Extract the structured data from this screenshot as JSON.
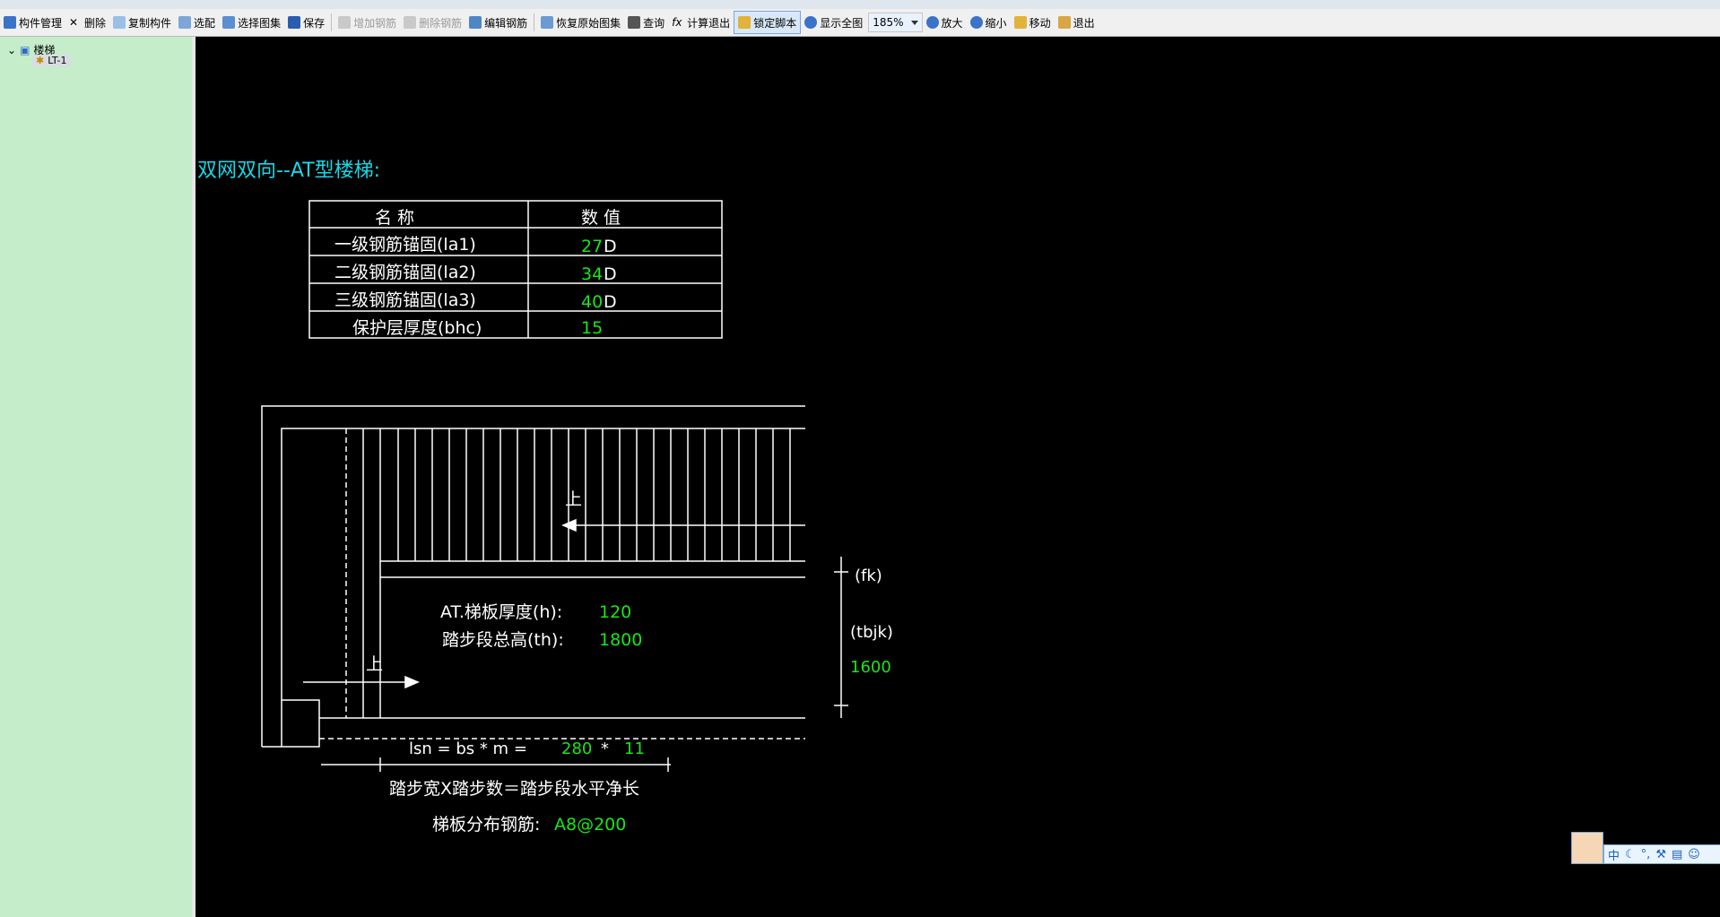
{
  "toolbar": {
    "items": [
      {
        "id": "component-manage",
        "label": "构件管理",
        "state": "normal"
      },
      {
        "id": "delete",
        "label": "删除",
        "state": "normal"
      },
      {
        "id": "copy",
        "label": "复制构件",
        "state": "normal"
      },
      {
        "id": "select",
        "label": "选配",
        "state": "normal"
      },
      {
        "id": "choose-atlas",
        "label": "选择图集",
        "state": "normal"
      },
      {
        "id": "save",
        "label": "保存",
        "state": "normal"
      },
      {
        "id": "add-rebar",
        "label": "增加钢筋",
        "state": "disabled"
      },
      {
        "id": "remove-rebar",
        "label": "删除钢筋",
        "state": "disabled"
      },
      {
        "id": "edit-rebar",
        "label": "编辑钢筋",
        "state": "normal"
      },
      {
        "id": "restore-atlas",
        "label": "恢复原始图集",
        "state": "normal"
      },
      {
        "id": "query",
        "label": "查询",
        "state": "normal"
      },
      {
        "id": "calc-exit",
        "label": "计算退出",
        "state": "normal"
      },
      {
        "id": "lock-script",
        "label": "锁定脚本",
        "state": "active"
      },
      {
        "id": "show-all",
        "label": "显示全图",
        "state": "normal"
      }
    ],
    "zoom": "185%",
    "tail": [
      {
        "id": "zoom-in",
        "label": "放大"
      },
      {
        "id": "zoom-out",
        "label": "缩小"
      },
      {
        "id": "move",
        "label": "移动"
      },
      {
        "id": "exit",
        "label": "退出"
      }
    ]
  },
  "tree": {
    "root_label": "楼梯",
    "child_label": "LT-1"
  },
  "canvas": {
    "title": "双网双向--AT型楼梯:",
    "table": {
      "headers": [
        "名 称",
        "数 值"
      ],
      "rows": [
        {
          "name": "一级钢筋锚固(la1)",
          "value": "27",
          "unit": "D"
        },
        {
          "name": "二级钢筋锚固(la2)",
          "value": "34",
          "unit": "D"
        },
        {
          "name": "三级钢筋锚固(la3)",
          "value": "40",
          "unit": "D"
        },
        {
          "name": "保护层厚度(bhc)",
          "value": "15",
          "unit": ""
        }
      ]
    },
    "plan": {
      "up1": "上",
      "up2": "上",
      "thickness_label": "AT.梯板厚度(h):",
      "thickness_value": "120",
      "height_label": "踏步段总高(th):",
      "height_value": "1800",
      "fk": "(fk)",
      "tbjk": "(tbjk)",
      "tbjk_value": "1600",
      "lsn_formula": "lsn = bs * m =",
      "lsn_bs": "280",
      "lsn_star": "*",
      "lsn_m": "11",
      "step_rule": "踏步宽X踏步数＝踏步段水平净长",
      "dist_label": "梯板分布钢筋:",
      "dist_value": "A8@200"
    }
  },
  "colors": {
    "cad_white": "#ffffff",
    "cad_green": "#19e619",
    "cad_cyan": "#19d7e6",
    "toolbar_bg": "#f0f0f0",
    "sidebar_bg": "#c6edc9",
    "active_bg": "#d8e8f8"
  }
}
